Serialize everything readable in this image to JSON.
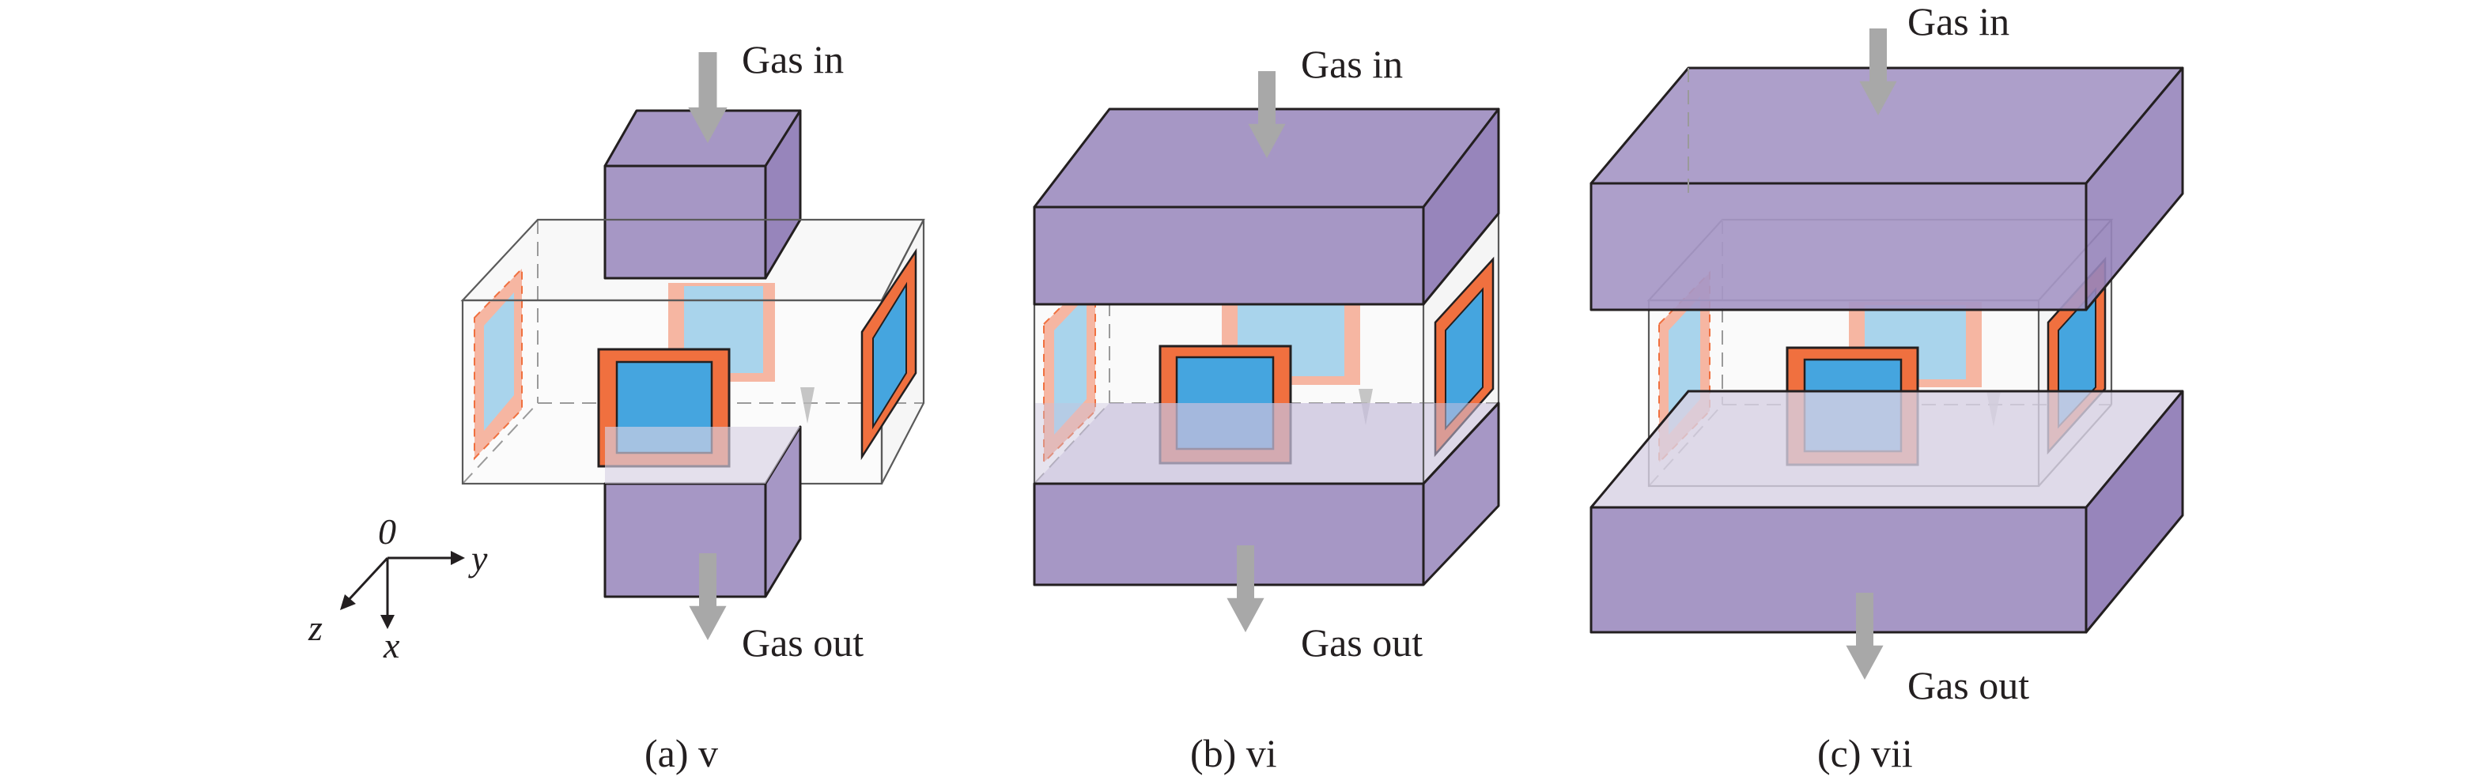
{
  "colors": {
    "chamber_purple": "#a697c5",
    "chamber_purple_side": "#a08fc0",
    "window_orange": "#f0703f",
    "window_blue": "#45a5df",
    "window_orange_faded": "#f6b6a2",
    "window_blue_faded": "#a9d4ec",
    "gas_arrow": "#a8a8a8",
    "outline": "#231f20"
  },
  "axes": {
    "origin": "0",
    "y": "y",
    "z": "z",
    "x": "x"
  },
  "panels": [
    {
      "caption": "(a) v",
      "gas_in": "Gas in",
      "gas_out": "Gas out"
    },
    {
      "caption": "(b) vi",
      "gas_in": "Gas in",
      "gas_out": "Gas out"
    },
    {
      "caption": "(c) vii",
      "gas_in": "Gas in",
      "gas_out": "Gas out"
    }
  ]
}
